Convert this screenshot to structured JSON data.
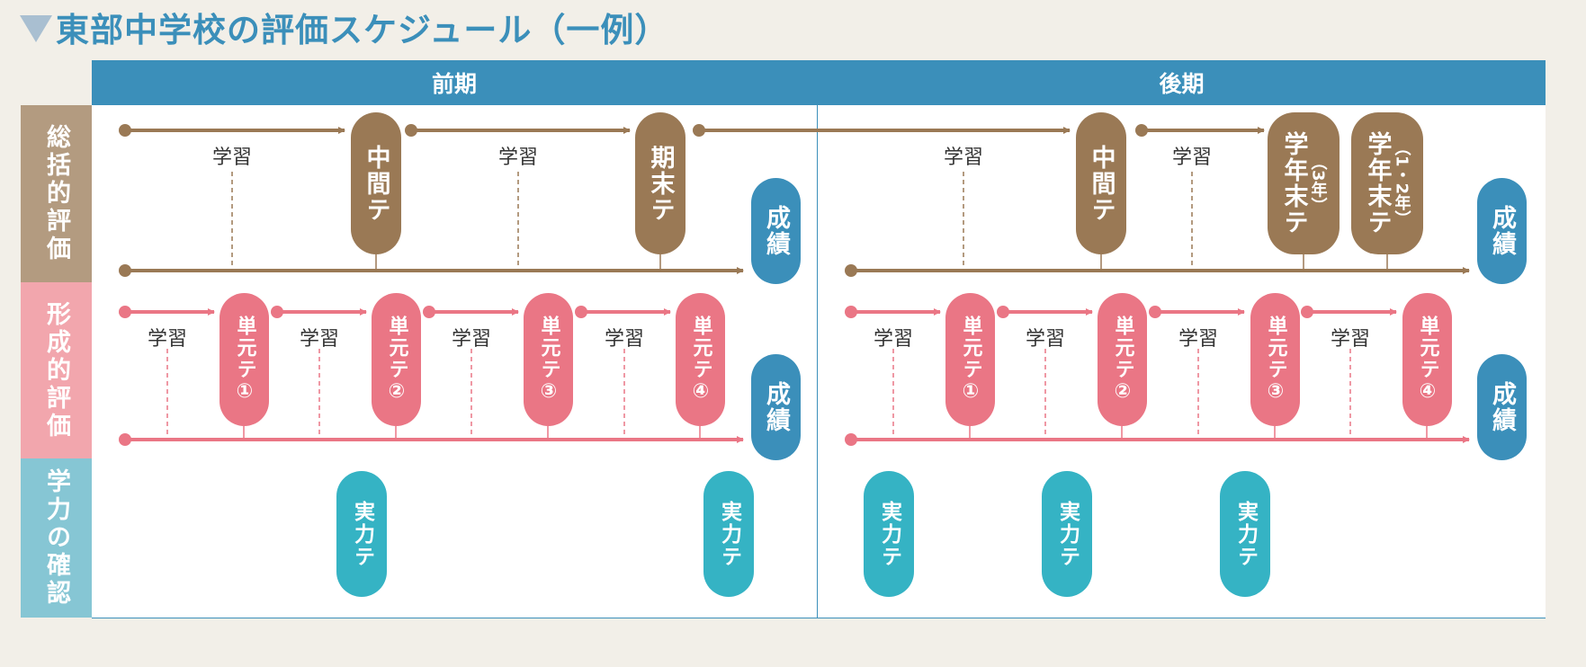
{
  "title": "東部中学校の評価スケジュール（一例）",
  "periods": {
    "first": "前期",
    "second": "後期"
  },
  "rows": {
    "summative": "総括的評価",
    "formative": "形成的評価",
    "ability": "学力の確認"
  },
  "labels": {
    "study": "学習",
    "midterm": "中間テ",
    "final": "期末テ",
    "year_end": "学年末テ",
    "year_end_note_3": "（3年）",
    "year_end_note_12": "（1・2年）",
    "grades": "成績",
    "unit_tests": [
      "単元テ①",
      "単元テ②",
      "単元テ③",
      "単元テ④"
    ],
    "ability_test": "実力テ"
  },
  "colors": {
    "brand_blue": "#3b8fba",
    "summative": "#9a7955",
    "formative": "#ea7685",
    "ability": "#35b3c4",
    "summative_row_bg": "#b39b80",
    "formative_row_bg": "#f2a6ad",
    "ability_row_bg": "#86c6d4"
  }
}
